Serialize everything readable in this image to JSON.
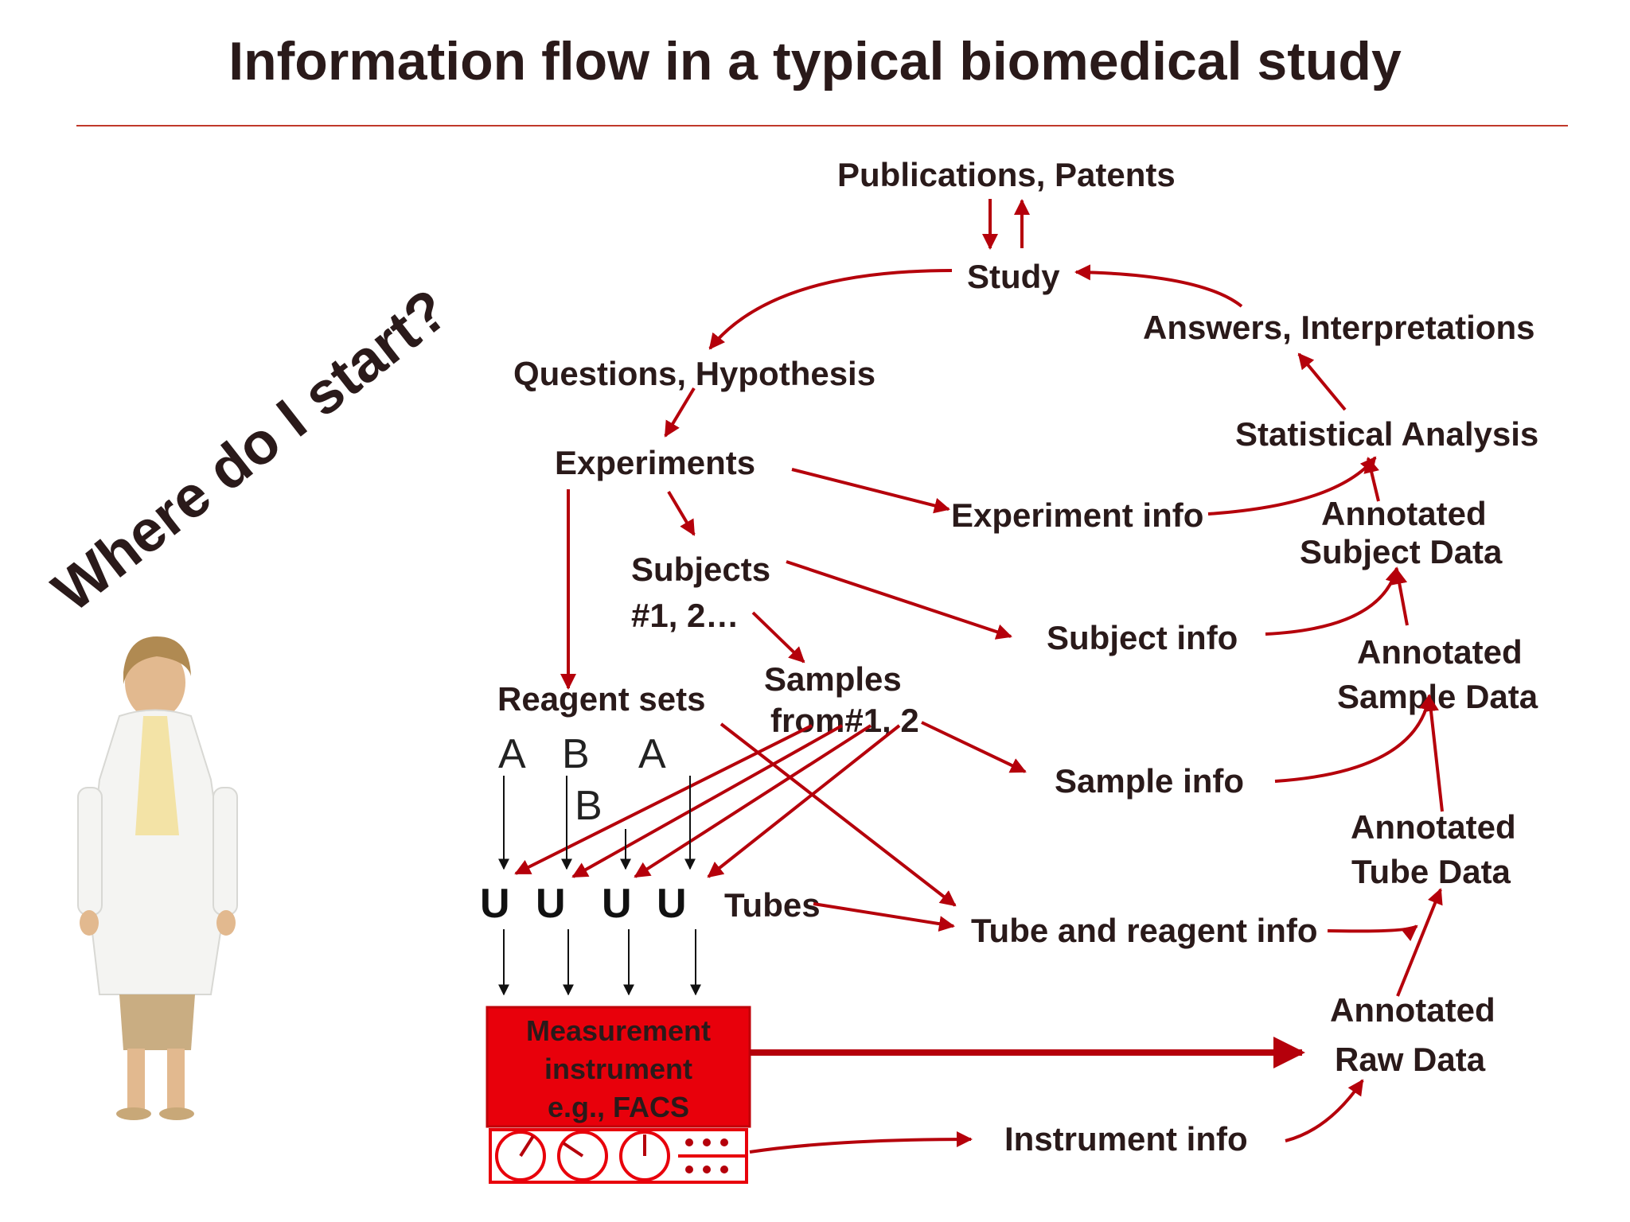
{
  "title": "Information flow in a typical biomedical study",
  "slogan": "Where do I start?",
  "nodes": {
    "publications": "Publications, Patents",
    "study": "Study",
    "answers": "Answers, Interpretations",
    "questions": "Questions, Hypothesis",
    "statistical": "Statistical Analysis",
    "experiments": "Experiments",
    "experiment_info": "Experiment info",
    "annotated_subject_1": "Annotated",
    "annotated_subject_2": "Subject Data",
    "subjects_1": "Subjects",
    "subjects_2": "#1, 2…",
    "subject_info": "Subject info",
    "annotated_sample_1": "Annotated",
    "annotated_sample_2": "Sample Data",
    "reagent_sets": "Reagent sets",
    "samples_1": "Samples",
    "samples_2": "from#1, 2",
    "sample_info": "Sample info",
    "annotated_tube_1": "Annotated",
    "annotated_tube_2": "Tube Data",
    "tubes": "Tubes",
    "tube_reagent_info": "Tube and reagent info",
    "annotated_raw_1": "Annotated",
    "annotated_raw_2": "Raw Data",
    "instrument_info": "Instrument info"
  },
  "reagent_letters": [
    "A",
    "B",
    "A",
    "B"
  ],
  "tube_letters": [
    "U",
    "U",
    "U",
    "U"
  ],
  "instrument": {
    "line1": "Measurement",
    "line2": "instrument",
    "line3": "e.g., FACS"
  },
  "colors": {
    "arrow": "#b5000b",
    "instrument_fill": "#e8000b",
    "text": "#2a1a1a",
    "rule": "#c0392b"
  },
  "icons": [
    "scientist-figure",
    "gauge-icon",
    "gauge-icon",
    "gauge-icon",
    "connector-panel-icon"
  ]
}
